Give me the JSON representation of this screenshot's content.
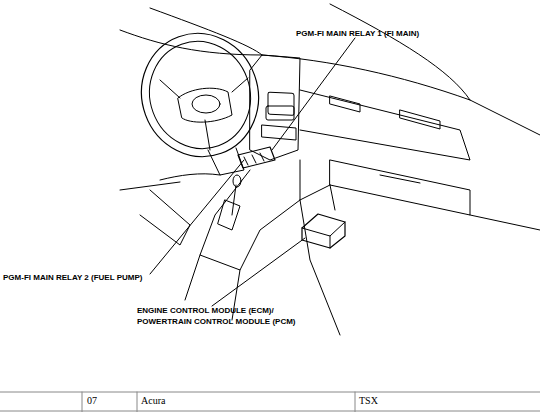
{
  "diagram": {
    "labels": [
      "PGM-FI MAIN RELAY 1 (FI MAIN)",
      "PGM-FI MAIN RELAY 2 (FUEL PUMP)",
      "ENGINE CONTROL MODULE (ECM)/ POWERTRAIN CONTROL MODULE (PCM)",
      "07",
      "Acura",
      "TSX"
    ]
  }
}
